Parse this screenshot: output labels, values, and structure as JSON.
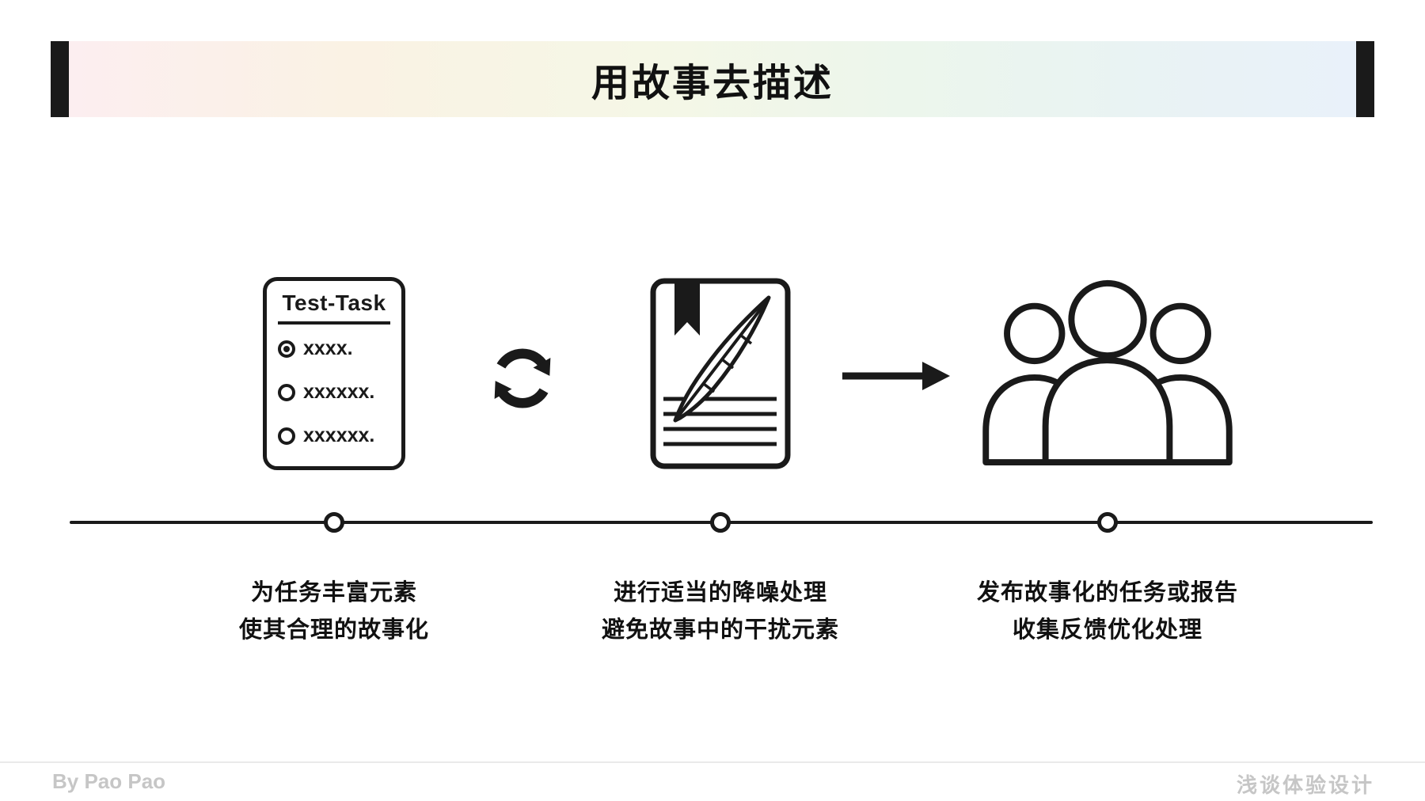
{
  "header": {
    "title": "用故事去描述"
  },
  "flow": {
    "card": {
      "title": "Test-Task",
      "items": [
        {
          "bullet": "selected",
          "label": "xxxx."
        },
        {
          "bullet": "unselected",
          "label": "xxxxxx."
        },
        {
          "bullet": "unselected",
          "label": "xxxxxx."
        }
      ]
    },
    "steps": [
      {
        "line1": "为任务丰富元素",
        "line2": "使其合理的故事化"
      },
      {
        "line1": "进行适当的降噪处理",
        "line2": "避免故事中的干扰元素"
      },
      {
        "line1": "发布故事化的任务或报告",
        "line2": "收集反馈优化处理"
      }
    ],
    "icons": {
      "refresh": "refresh-sync-icon",
      "document": "story-document-icon",
      "bookmark": "bookmark-icon",
      "quill": "quill-feather-icon",
      "arrow": "arrow-right-icon",
      "people": "audience-group-icon"
    }
  },
  "footer": {
    "author": "By Pao Pao",
    "series": "浅谈体验设计"
  },
  "colors": {
    "ink": "#1a1a1a",
    "muted": "#c6c6c6",
    "background": "#ffffff"
  }
}
